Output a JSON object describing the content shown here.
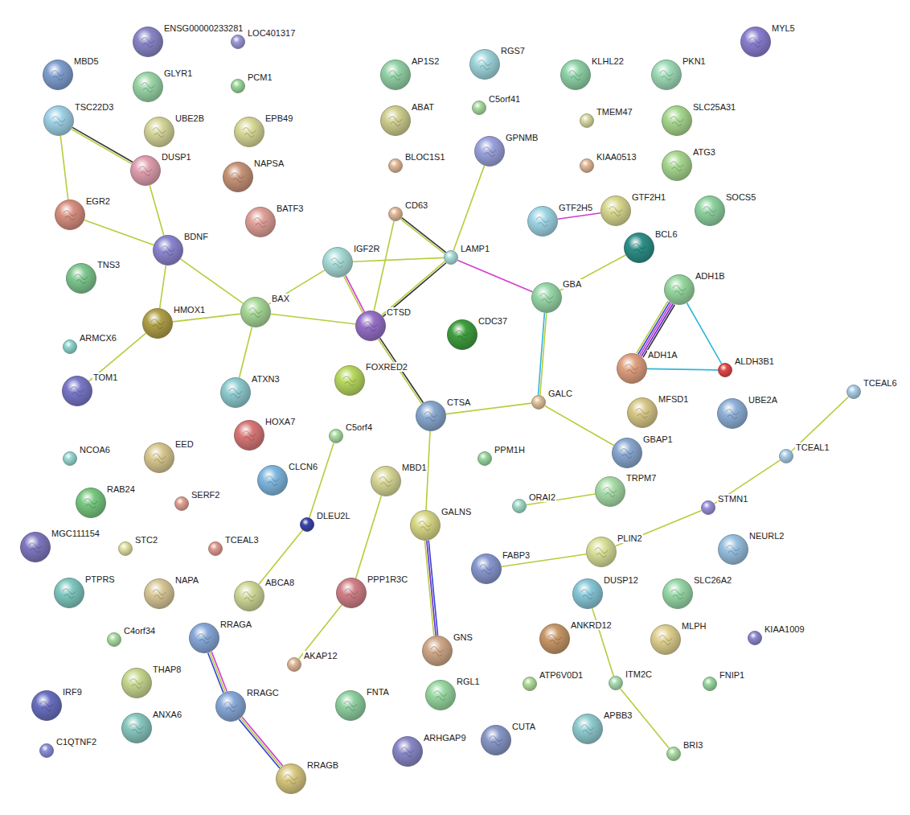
{
  "diagram": {
    "nodes": [
      {
        "text": [
          "ENSG00000233281"
        ]
      },
      {
        "text": [
          "LOC401317"
        ]
      },
      {
        "text": [
          "MBD5"
        ]
      },
      {
        "text": [
          "GLYR1"
        ]
      },
      {
        "text": [
          "PCM1"
        ]
      },
      {
        "text": [
          "AP1S2"
        ]
      },
      {
        "text": [
          "RGS7"
        ]
      },
      {
        "text": [
          "C5orf41"
        ]
      },
      {
        "text": [
          "KLHL22"
        ]
      },
      {
        "text": [
          "PKN1"
        ]
      },
      {
        "text": [
          "MYL5"
        ]
      },
      {
        "text": [
          "TSC22D3"
        ]
      },
      {
        "text": [
          "UBE2B"
        ]
      },
      {
        "text": [
          "EPB49"
        ]
      },
      {
        "text": [
          "ABAT"
        ]
      },
      {
        "text": [
          "TMEM47"
        ]
      },
      {
        "text": [
          "SLC25A31"
        ]
      },
      {
        "text": [
          "DUSP1"
        ]
      },
      {
        "text": [
          "NAPSA"
        ]
      },
      {
        "text": [
          "GPNMB"
        ]
      },
      {
        "text": [
          "BLOC1S1"
        ]
      },
      {
        "text": [
          "KIAA0513"
        ]
      },
      {
        "text": [
          "ATG3"
        ]
      },
      {
        "text": [
          "EGR2"
        ]
      },
      {
        "text": [
          "BATF3"
        ]
      },
      {
        "text": [
          "CD63"
        ]
      },
      {
        "text": [
          "GTF2H5"
        ]
      },
      {
        "text": [
          "GTF2H1"
        ]
      },
      {
        "text": [
          "SOCS5"
        ]
      },
      {
        "text": [
          "BDNF"
        ]
      },
      {
        "text": [
          "IGF2R"
        ]
      },
      {
        "text": [
          "LAMP1"
        ]
      },
      {
        "text": [
          "BCL6"
        ]
      },
      {
        "text": [
          "TNS3"
        ]
      },
      {
        "text": [
          "ADH1B"
        ]
      },
      {
        "text": [
          "GBA"
        ]
      },
      {
        "text": [
          "BAX"
        ]
      },
      {
        "text": [
          "HMOX1"
        ]
      },
      {
        "text": [
          "CTSD"
        ]
      },
      {
        "text": [
          "CDC37"
        ]
      },
      {
        "text": [
          "ARMCX6"
        ]
      },
      {
        "text": [
          "ALDH3B1"
        ]
      },
      {
        "text": [
          "ADH1A"
        ]
      },
      {
        "text": [
          "FOXRED2"
        ]
      },
      {
        "text": [
          "TCEAL6"
        ]
      },
      {
        "text": [
          "TOM1"
        ]
      },
      {
        "text": [
          "ATXN3"
        ]
      },
      {
        "text": [
          "GALC"
        ]
      },
      {
        "text": [
          "UBE2A"
        ]
      },
      {
        "text": [
          "MFSD1"
        ]
      },
      {
        "text": [
          "CTSA"
        ]
      },
      {
        "text": [
          "HOXA7"
        ]
      },
      {
        "text": [
          "C5orf4"
        ]
      },
      {
        "text": [
          "GBAP1"
        ]
      },
      {
        "text": [
          "NCOA6"
        ]
      },
      {
        "text": [
          "EED"
        ]
      },
      {
        "text": [
          "CLCN6"
        ]
      },
      {
        "text": [
          "MBD1"
        ]
      },
      {
        "text": [
          "PPM1H"
        ]
      },
      {
        "text": [
          "TCEAL1"
        ]
      },
      {
        "text": [
          "TRPM7"
        ]
      },
      {
        "text": [
          "ORAI2"
        ]
      },
      {
        "text": [
          "RAB24"
        ]
      },
      {
        "text": [
          "SERF2"
        ]
      },
      {
        "text": [
          "STMN1"
        ]
      },
      {
        "text": [
          "DLEU2L"
        ]
      },
      {
        "text": [
          "GALNS"
        ]
      },
      {
        "text": [
          "MGC111154"
        ]
      },
      {
        "text": [
          "STC2"
        ]
      },
      {
        "text": [
          "TCEAL3"
        ]
      },
      {
        "text": [
          "FABP3"
        ]
      },
      {
        "text": [
          "PLIN2"
        ]
      },
      {
        "text": [
          "NEURL2"
        ]
      },
      {
        "text": [
          "DUSP12"
        ]
      },
      {
        "text": [
          "PTPRS"
        ]
      },
      {
        "text": [
          "NAPA"
        ]
      },
      {
        "text": [
          "ABCA8"
        ]
      },
      {
        "text": [
          "PPP1R3C"
        ]
      },
      {
        "text": [
          "SLC26A2"
        ]
      },
      {
        "text": [
          "RRAGA"
        ]
      },
      {
        "text": [
          "C4orf34"
        ]
      },
      {
        "text": [
          "ANKRD12"
        ]
      },
      {
        "text": [
          "MLPH"
        ]
      },
      {
        "text": [
          "KIAA1009"
        ]
      },
      {
        "text": [
          "GNS"
        ]
      },
      {
        "text": [
          "AKAP12"
        ]
      },
      {
        "text": [
          "THAP8"
        ]
      },
      {
        "text": [
          "RRAGC"
        ]
      },
      {
        "text": [
          "FNTA"
        ]
      },
      {
        "text": [
          "RGL1"
        ]
      },
      {
        "text": [
          "ATP6V0D1"
        ]
      },
      {
        "text": [
          "ITM2C"
        ]
      },
      {
        "text": [
          "FNIP1"
        ]
      },
      {
        "text": [
          "IRF9"
        ]
      },
      {
        "text": [
          "ANXA6"
        ]
      },
      {
        "text": [
          "ARHGAP9"
        ]
      },
      {
        "text": [
          "CUTA"
        ]
      },
      {
        "text": [
          "APBB3"
        ]
      },
      {
        "text": [
          "C1QTNF2"
        ]
      },
      {
        "text": [
          "BRI3"
        ]
      },
      {
        "text": [
          "RRAGB"
        ]
      }
    ],
    "edges": [
      {
        "from": 11,
        "to": 17,
        "arrow": "none"
      },
      {
        "from": 11,
        "to": 23,
        "arrow": "none"
      },
      {
        "from": 17,
        "to": 29,
        "arrow": "none"
      },
      {
        "from": 23,
        "to": 29,
        "arrow": "none"
      },
      {
        "from": 29,
        "to": 37,
        "arrow": "none"
      },
      {
        "from": 29,
        "to": 36,
        "arrow": "none"
      },
      {
        "from": 37,
        "to": 36,
        "arrow": "none"
      },
      {
        "from": 37,
        "to": 45,
        "arrow": "none"
      },
      {
        "from": 36,
        "to": 46,
        "arrow": "none"
      },
      {
        "from": 36,
        "to": 30,
        "arrow": "none"
      },
      {
        "from": 36,
        "to": 38,
        "arrow": "none"
      },
      {
        "from": 30,
        "to": 38,
        "arrow": "none"
      },
      {
        "from": 30,
        "to": 31,
        "arrow": "none"
      },
      {
        "from": 25,
        "to": 31,
        "arrow": "none"
      },
      {
        "from": 25,
        "to": 38,
        "arrow": "none"
      },
      {
        "from": 31,
        "to": 38,
        "arrow": "none"
      },
      {
        "from": 31,
        "to": 19,
        "arrow": "none"
      },
      {
        "from": 31,
        "to": 35,
        "arrow": "none"
      },
      {
        "from": 35,
        "to": 32,
        "arrow": "none"
      },
      {
        "from": 35,
        "to": 47,
        "arrow": "none"
      },
      {
        "from": 38,
        "to": 50,
        "arrow": "none"
      },
      {
        "from": 50,
        "to": 47,
        "arrow": "none"
      },
      {
        "from": 47,
        "to": 53,
        "arrow": "none"
      },
      {
        "from": 50,
        "to": 66,
        "arrow": "none"
      },
      {
        "from": 66,
        "to": 84,
        "arrow": "none"
      },
      {
        "from": 26,
        "to": 27,
        "arrow": "none"
      },
      {
        "from": 34,
        "to": 42,
        "arrow": "none"
      },
      {
        "from": 34,
        "to": 41,
        "arrow": "none"
      },
      {
        "from": 42,
        "to": 41,
        "arrow": "none"
      },
      {
        "from": 44,
        "to": 59,
        "arrow": "none"
      },
      {
        "from": 59,
        "to": 64,
        "arrow": "none"
      },
      {
        "from": 64,
        "to": 71,
        "arrow": "none"
      },
      {
        "from": 71,
        "to": 70,
        "arrow": "none"
      },
      {
        "from": 73,
        "to": 91,
        "arrow": "none"
      },
      {
        "from": 91,
        "to": 99,
        "arrow": "none"
      },
      {
        "from": 61,
        "to": 60,
        "arrow": "none"
      },
      {
        "from": 52,
        "to": 65,
        "arrow": "none"
      },
      {
        "from": 65,
        "to": 76,
        "arrow": "none"
      },
      {
        "from": 57,
        "to": 77,
        "arrow": "none"
      },
      {
        "from": 77,
        "to": 85,
        "arrow": "none"
      },
      {
        "from": 79,
        "to": 87,
        "arrow": "none"
      },
      {
        "from": 87,
        "to": 100,
        "arrow": "none"
      }
    ]
  }
}
